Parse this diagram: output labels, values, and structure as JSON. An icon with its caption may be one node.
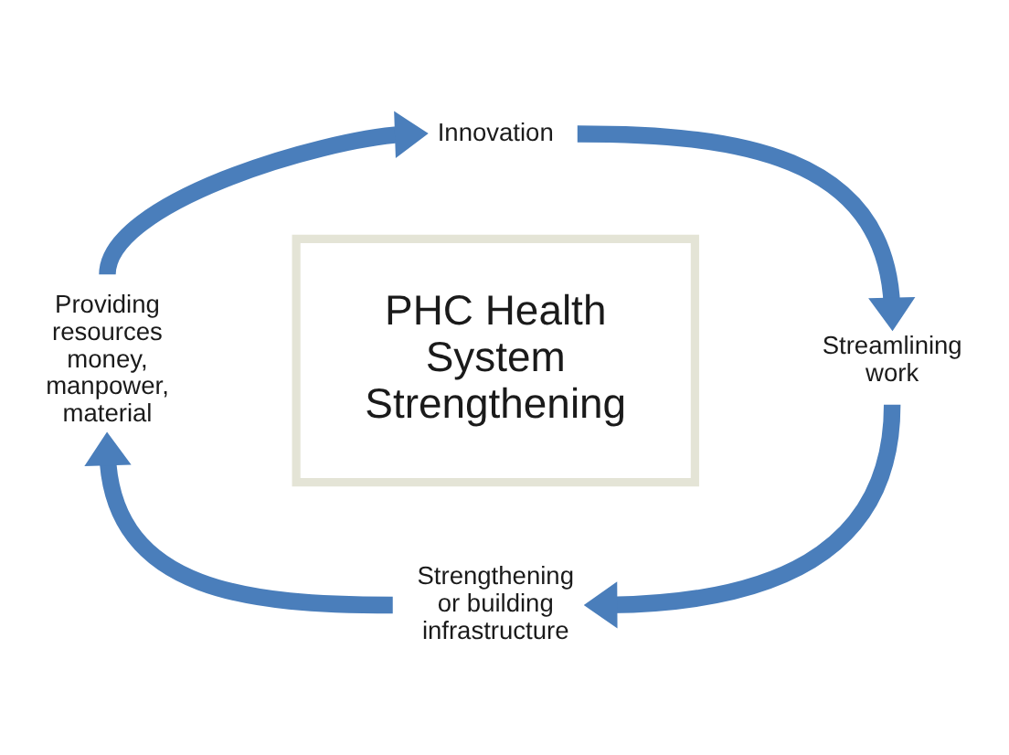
{
  "diagram": {
    "nodes": [
      {
        "text": [
          "PHC Health System Strengthening"
        ]
      },
      {
        "text": [
          "Innovation"
        ]
      },
      {
        "text": [
          "Streamlining work"
        ]
      },
      {
        "text": [
          "Strengthening or building infrastructure"
        ]
      },
      {
        "text": [
          "Providing resources",
          "money, manpower, material"
        ]
      }
    ],
    "edges": [
      {
        "from": 1,
        "to": 2,
        "arrow": "to"
      },
      {
        "from": 2,
        "to": 3,
        "arrow": "to"
      },
      {
        "from": 3,
        "to": 4,
        "arrow": "to"
      },
      {
        "from": 4,
        "to": 1,
        "arrow": "to"
      }
    ]
  }
}
